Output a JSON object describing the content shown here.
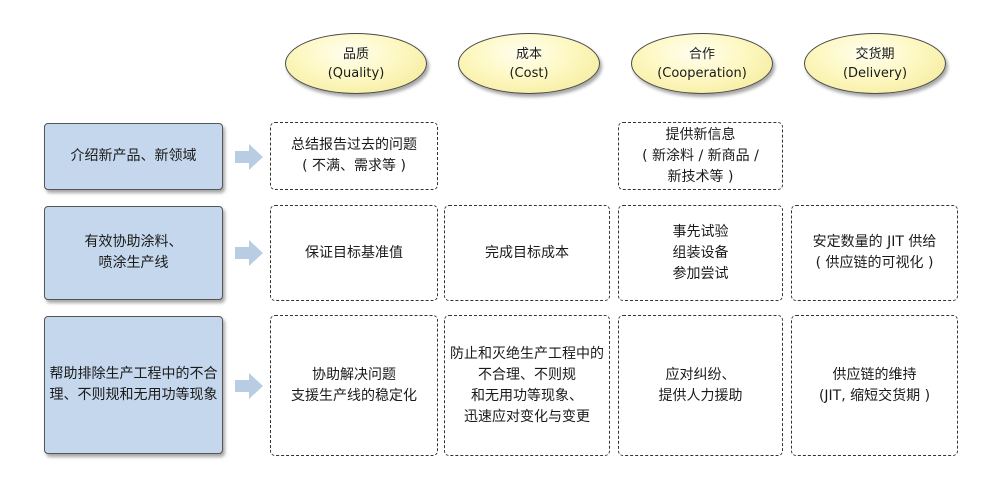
{
  "columns": [
    {
      "line1": "品质",
      "line2": "(Quality)"
    },
    {
      "line1": "成本",
      "line2": "(Cost)"
    },
    {
      "line1": "合作",
      "line2": "(Cooperation)"
    },
    {
      "line1": "交货期",
      "line2": "(Delivery)"
    }
  ],
  "rows": [
    {
      "lines": [
        "介绍新产品、新领域"
      ]
    },
    {
      "lines": [
        "有效协助涂料、",
        "喷涂生产线"
      ]
    },
    {
      "lines": [
        "帮助排除生产工程中的不合",
        "理、不则规和无用功等现象"
      ]
    }
  ],
  "cells": {
    "r1": {
      "quality": [
        "总结报告过去的问题",
        "( 不满、需求等 )"
      ],
      "cooperation": [
        "提供新信息",
        "( 新涂料 / 新商品 /",
        "新技术等 )"
      ]
    },
    "r2": {
      "quality": [
        "保证目标基准值"
      ],
      "cost": [
        "完成目标成本"
      ],
      "cooperation": [
        "事先试验",
        "组装设备",
        "参加尝试"
      ],
      "delivery": [
        "安定数量的 JIT 供给",
        "( 供应链的可视化 )"
      ]
    },
    "r3": {
      "quality": [
        "协助解决问题",
        "支援生产线的稳定化"
      ],
      "cost": [
        "防止和灭绝生产工程中的",
        "不合理、不则规",
        "和无用功等现象、",
        "迅速应对变化与变更"
      ],
      "cooperation": [
        "应对纠纷、",
        "提供人力援助"
      ],
      "delivery": [
        "供应链的维持",
        "(JIT, 缩短交货期 )"
      ]
    }
  },
  "colors": {
    "oval_fill": "#fdf8c2",
    "row_header_fill": "#c4d7ec",
    "arrow_fill": "#b8cde4"
  },
  "icons": {
    "arrow": "right-arrow-icon"
  }
}
